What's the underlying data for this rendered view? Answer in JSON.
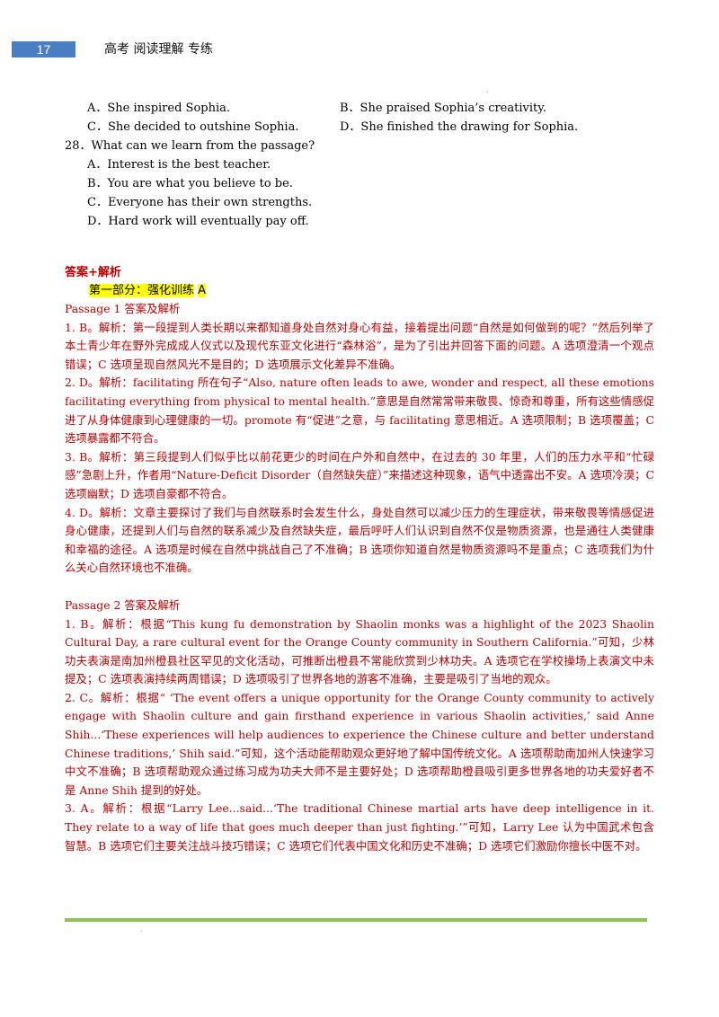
{
  "header": {
    "page_number": "17",
    "title": "高考 阅读理解 专练"
  },
  "questions": {
    "q27_options": [
      {
        "left": "A．She inspired Sophia.",
        "right": "B．She praised Sophia’s creativity."
      },
      {
        "left": "C．She decided to outshine Sophia.",
        "right": "D．She finished the drawing for Sophia."
      }
    ],
    "q28_stem": "28．What can we learn from the passage?",
    "q28_options": [
      "A．Interest is the best teacher.",
      "B．You are what you believe to be.",
      "C．Everyone has their own strengths.",
      "D．Hard work will eventually pay off."
    ]
  },
  "answers": {
    "section_title": "答案+解析",
    "part_label": "第一部分：强化训练",
    "part_level": "A",
    "passage1": {
      "title": "Passage 1 答案及解析",
      "items": [
        "1. B。解析：第一段提到人类长期以来都知道身处自然对身心有益，接着提出问题“自然是如何做到的呢？”然后列举了本土青少年在野外完成成人仪式以及现代东亚文化进行“森林浴”，是为了引出并回答下面的问题。A 选项澄清一个观点错误；C 选项呈现自然风光不是目的；D 选项展示文化差异不准确。",
        "2. D。解析：facilitating 所在句子“Also, nature often leads to awe, wonder and respect, all these emotions facilitating everything from physical to mental health.”意思是自然常常带来敬畏、惊奇和尊重，所有这些情感促进了从身体健康到心理健康的一切。promote 有“促进”之意，与 facilitating 意思相近。A 选项限制；B 选项覆盖；C 选项暴露都不符合。",
        "3. B。解析：第三段提到人们似乎比以前花更少的时间在户外和自然中，在过去的 30 年里，人们的压力水平和“忙碌感”急剧上升，作者用“Nature-Deficit Disorder（自然缺失症）”来描述这种现象，语气中透露出不安。A 选项冷漠；C 选项幽默；D 选项自豪都不符合。",
        "4. D。解析：文章主要探讨了我们与自然联系时会发生什么，身处自然可以减少压力的生理症状，带来敬畏等情感促进身心健康，还提到人们与自然的联系减少及自然缺失症，最后呼吁人们认识到自然不仅是物质资源，也是通往人类健康和幸福的途径。A 选项是时候在自然中挑战自己了不准确；B 选项你知道自然是物质资源吗不是重点；C 选项我们为什么关心自然环境也不准确。"
      ]
    },
    "passage2": {
      "title": "Passage 2 答案及解析",
      "items": [
        "1. B。解析：根据“This kung fu demonstration by Shaolin monks was a highlight of the 2023 Shaolin Cultural Day, a rare cultural event for the Orange County community in Southern California.”可知，少林功夫表演是南加州橙县社区罕见的文化活动，可推断出橙县不常能欣赏到少林功夫。A 选项它在学校操场上表演文中未提及；C 选项表演持续两周错误；D 选项吸引了世界各地的游客不准确，主要是吸引了当地的观众。",
        "2. C。解析：根据“ ‘The event offers a unique opportunity for the Orange County community to actively engage with Shaolin culture and gain firsthand experience in various Shaolin activities,’ said Anne Shih...‘These experiences will help audiences to experience the Chinese culture and better understand Chinese traditions,’ Shih said.”可知，这个活动能帮助观众更好地了解中国传统文化。A 选项帮助南加州人快速学习中文不准确；B 选项帮助观众通过练习成为功夫大师不是主要好处；D 选项帮助橙县吸引更多世界各地的功夫爱好者不是 Anne Shih 提到的好处。",
        "3. A。解析：根据“Larry Lee...said...‘The traditional Chinese martial arts have deep intelligence in it. They relate to a way of life that goes much deeper than just fighting.’”可知，Larry Lee 认为中国武术包含智慧。B 选项它们主要关注战斗技巧错误；C 选项它们代表中国文化和历史不准确；D 选项它们激励你擅长中医不对。"
      ]
    }
  },
  "colors": {
    "badge": "#4a7fc6",
    "answer_text": "#c00000",
    "highlight": "#ffff00",
    "bottom_rule": "#92c05a"
  }
}
